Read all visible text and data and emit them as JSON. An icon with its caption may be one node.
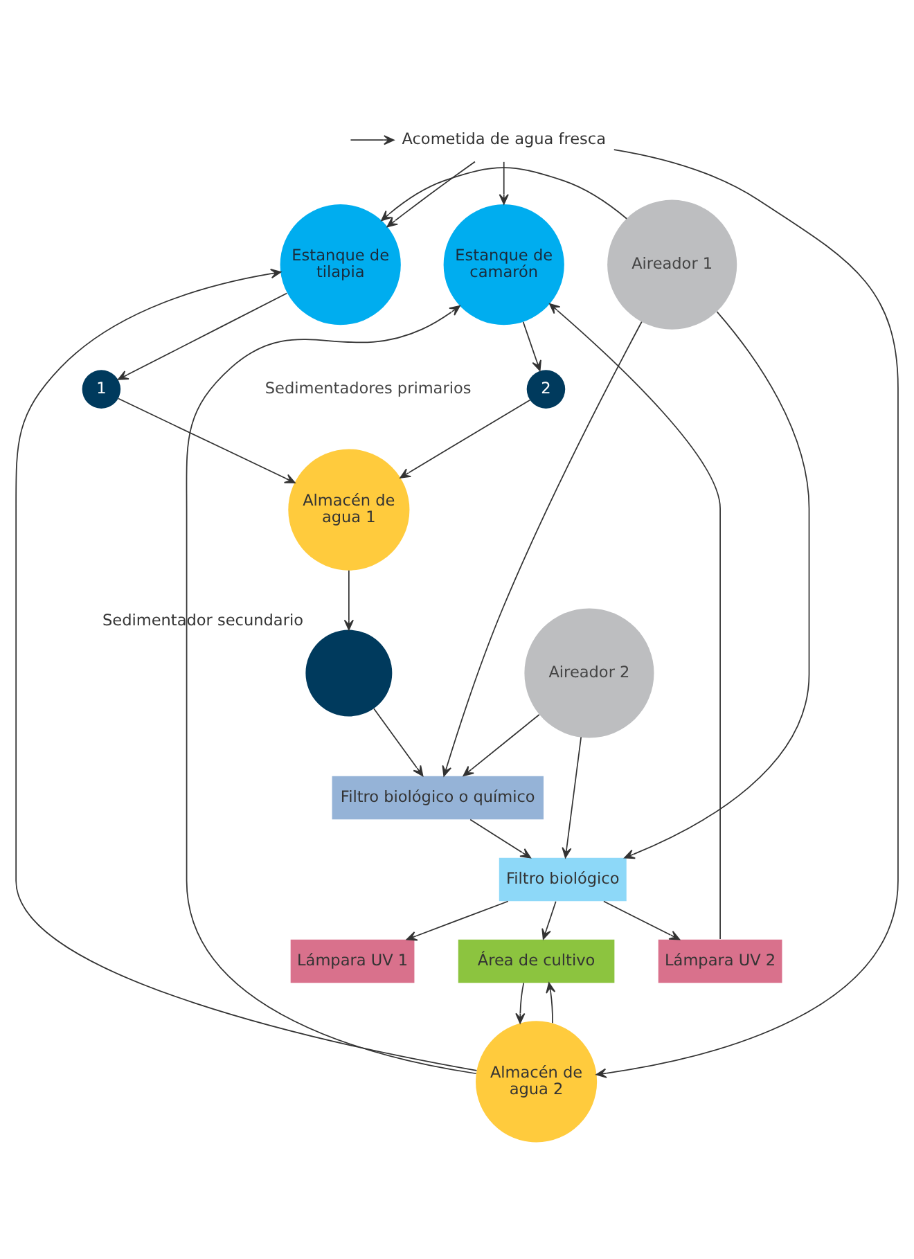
{
  "diagram": {
    "nodes": [
      {
        "text": [
          "Acometida de agua fresca"
        ]
      },
      {
        "text": [
          "Estanque de tilapia"
        ]
      },
      {
        "text": [
          "Estanque de camarón"
        ]
      },
      {
        "text": [
          "Aireador 1"
        ]
      },
      {
        "text": [
          "1"
        ]
      },
      {
        "text": [
          "2"
        ]
      },
      {
        "text": [
          "Aireador 2"
        ]
      },
      {
        "text": [
          "Almacén de agua 1"
        ]
      },
      {
        "text": [],
        "shape": "circle",
        "beside": [
          "Sedimentador secundario"
        ]
      },
      {
        "text": [
          "Filtro biológico o químico"
        ]
      },
      {
        "text": [
          "Filtro biológico"
        ]
      },
      {
        "text": [
          "Lámpara UV 1"
        ]
      },
      {
        "text": [
          "Lámpara UV 2"
        ]
      },
      {
        "text": [
          "Área de cultivo"
        ]
      },
      {
        "text": [
          "Almacén de agua 2"
        ]
      }
    ],
    "edges": [
      {
        "from": null,
        "to": 0,
        "arrow": "to"
      },
      {
        "from": 0,
        "to": 1,
        "arrow": "to"
      },
      {
        "from": 0,
        "to": 2,
        "arrow": "to"
      },
      {
        "from": 0,
        "to": 14,
        "arrow": "to"
      },
      {
        "from": 14,
        "to": 1,
        "arrow": "to"
      },
      {
        "from": 14,
        "to": 2,
        "arrow": "to"
      },
      {
        "from": 3,
        "to": 1,
        "arrow": "to"
      },
      {
        "from": 1,
        "to": 4,
        "arrow": "to"
      },
      {
        "from": 2,
        "to": 5,
        "arrow": "to"
      },
      {
        "from": 4,
        "to": 7,
        "arrow": "to"
      },
      {
        "from": 5,
        "to": 7,
        "arrow": "to"
      },
      {
        "from": 7,
        "to": 8,
        "arrow": "to"
      },
      {
        "from": 8,
        "to": 9,
        "arrow": "to"
      },
      {
        "from": 3,
        "to": 9,
        "arrow": "to"
      },
      {
        "from": 6,
        "to": 9,
        "arrow": "to"
      },
      {
        "from": 3,
        "to": 10,
        "arrow": "to"
      },
      {
        "from": 6,
        "to": 10,
        "arrow": "to"
      },
      {
        "from": 9,
        "to": 10,
        "arrow": "to"
      },
      {
        "from": 10,
        "to": 11,
        "arrow": "to"
      },
      {
        "from": 10,
        "to": 12,
        "arrow": "to"
      },
      {
        "from": 12,
        "to": 2,
        "arrow": "to"
      },
      {
        "from": 10,
        "to": 13,
        "arrow": "to"
      },
      {
        "from": 14,
        "to": 13,
        "arrow": "to"
      },
      {
        "from": 13,
        "to": 14,
        "arrow": "to"
      }
    ],
    "labels": [
      "Sedimentadores primarios"
    ]
  }
}
